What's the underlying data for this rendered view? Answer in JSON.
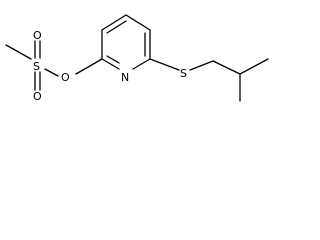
{
  "molecule": {
    "atoms": {
      "o_sulfonyl_top": "O",
      "o_sulfonyl_bottom": "O",
      "s_sulfonyl": "S",
      "o_ester": "O",
      "n_ring": "N",
      "s_thioether": "S"
    }
  },
  "colors": {
    "bond": "#000000",
    "label": "#000000",
    "background": "#ffffff"
  }
}
